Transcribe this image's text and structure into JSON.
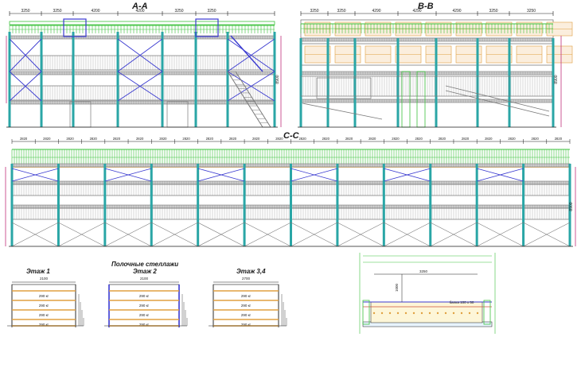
{
  "sections": {
    "aa": {
      "title": "A-A",
      "dims_top": [
        "3250",
        "3250",
        "4200",
        "4200",
        "3250",
        "3250"
      ]
    },
    "bb": {
      "title": "B-B",
      "dims_top": [
        "3250",
        "3250",
        "4290",
        "4290",
        "4290",
        "3250",
        "3250"
      ]
    },
    "cc": {
      "title": "C-C",
      "bay_dim": "2820",
      "bay_count": 24
    }
  },
  "shelving": {
    "caption": "Полочные стеллажи",
    "units": [
      {
        "title": "Этаж 1",
        "width": "2100",
        "loads": [
          "290 кг",
          "290 кг",
          "290 кг",
          "290 кг"
        ]
      },
      {
        "title": "Этаж 2",
        "width": "2100",
        "loads": [
          "290 кг",
          "290 кг",
          "290 кг",
          "290 кг"
        ]
      },
      {
        "title": "Этаж 3,4",
        "width": "2700",
        "loads": [
          "290 кг",
          "290 кг",
          "290 кг",
          "290 кг"
        ]
      }
    ]
  },
  "detail": {
    "beam_label": "балка 100 х 50"
  },
  "colors": {
    "column": "#2aa6a6",
    "brace": "#3a3ad0",
    "deck": "#7a7a7a",
    "railing": "#3cc23c",
    "beam": "#e0a040",
    "magenta": "#c0307a",
    "dim": "#1a1a1a"
  }
}
